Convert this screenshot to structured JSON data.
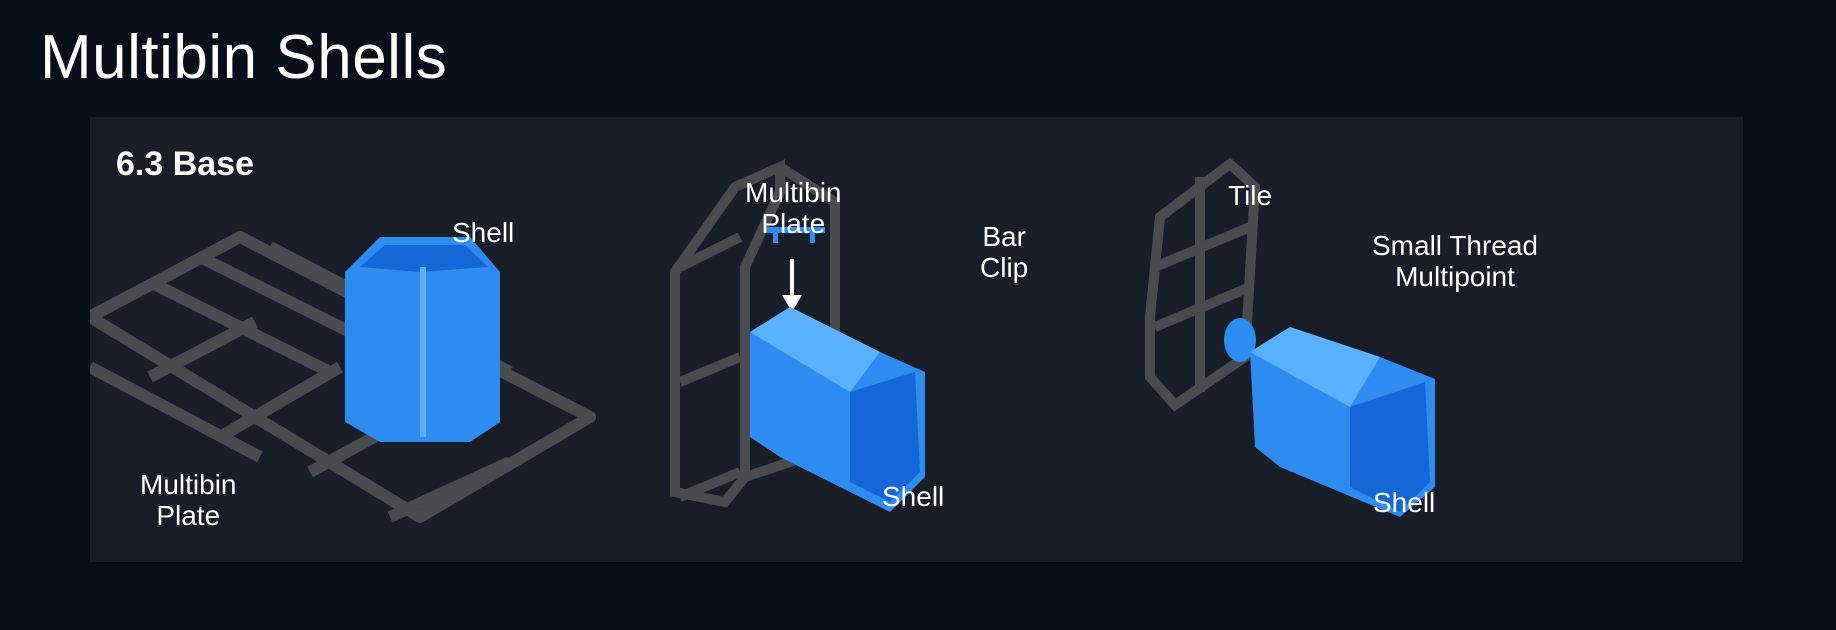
{
  "title": "Multibin Shells",
  "section": "6.3 Base",
  "colors": {
    "background": "#080d17",
    "panel": "#181d27",
    "part_blue": "#2e8bf0",
    "plate_gray": "#4a4b4e"
  },
  "diagrams": [
    {
      "labels": {
        "shell": "Shell",
        "plate_line1": "Multibin",
        "plate_line2": "Plate"
      }
    },
    {
      "labels": {
        "plate_line1": "Multibin",
        "plate_line2": "Plate",
        "clip_line1": "Bar",
        "clip_line2": "Clip",
        "shell": "Shell"
      }
    },
    {
      "labels": {
        "tile": "Tile",
        "thread_line1": "Small Thread",
        "thread_line2": "Multipoint",
        "shell": "Shell"
      }
    }
  ]
}
